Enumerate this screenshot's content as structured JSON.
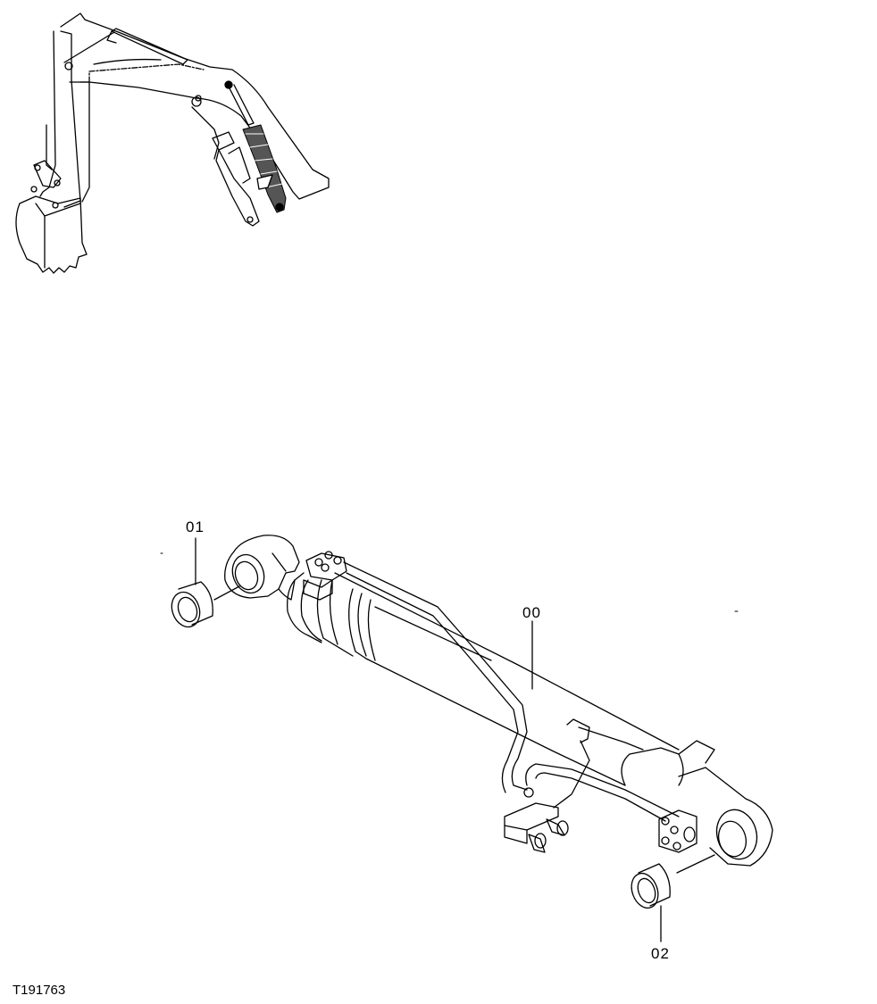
{
  "figure": {
    "id": "T191763",
    "type": "exploded parts diagram",
    "subject": "Excavator arm hydraulic cylinder"
  },
  "overview": {
    "description": "Excavator boom/arm/bucket with highlighted arm cylinder (hatched)"
  },
  "callouts": [
    {
      "label": "01",
      "part": "bushing (rod end)"
    },
    {
      "label": "00",
      "part": "cylinder assembly"
    },
    {
      "label": "02",
      "part": "bushing (head end)"
    }
  ],
  "colors": {
    "line": "#000000",
    "background": "#ffffff"
  }
}
